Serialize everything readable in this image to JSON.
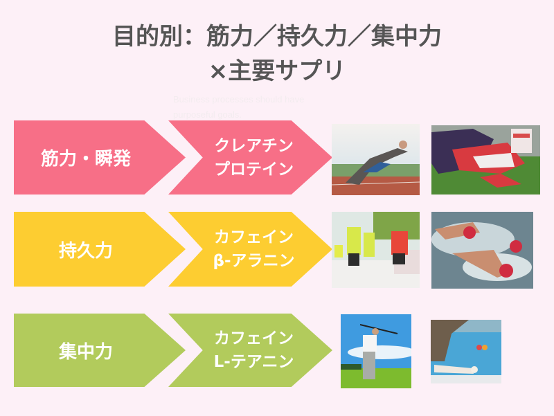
{
  "title": {
    "line1": "目的別：筋力／持久力／集中力",
    "line2": "×主要サプリ"
  },
  "ghost_text": "Business processes should have purposeful goals.",
  "colors": {
    "background": "#fdf0f7",
    "title": "#555555",
    "strength": "#f76f87",
    "endurance": "#fdcd31",
    "focus": "#b2cb5c"
  },
  "rows": [
    {
      "goal": "筋力・瞬発",
      "supplements": [
        "クレアチン",
        "プロテイン"
      ],
      "photos": [
        {
          "icon": "sprint-start-photo"
        },
        {
          "icon": "rugby-scrum-photo"
        }
      ]
    },
    {
      "goal": "持久力",
      "supplements": [
        "カフェイン",
        "β-アラニン"
      ],
      "photos": [
        {
          "icon": "marathon-runners-photo"
        },
        {
          "icon": "triathlon-swimmers-photo"
        }
      ]
    },
    {
      "goal": "集中力",
      "supplements": [
        "カフェイン",
        "L-テアニン"
      ],
      "photos": [
        {
          "icon": "golf-swing-photo"
        },
        {
          "icon": "billiards-photo"
        }
      ]
    }
  ]
}
